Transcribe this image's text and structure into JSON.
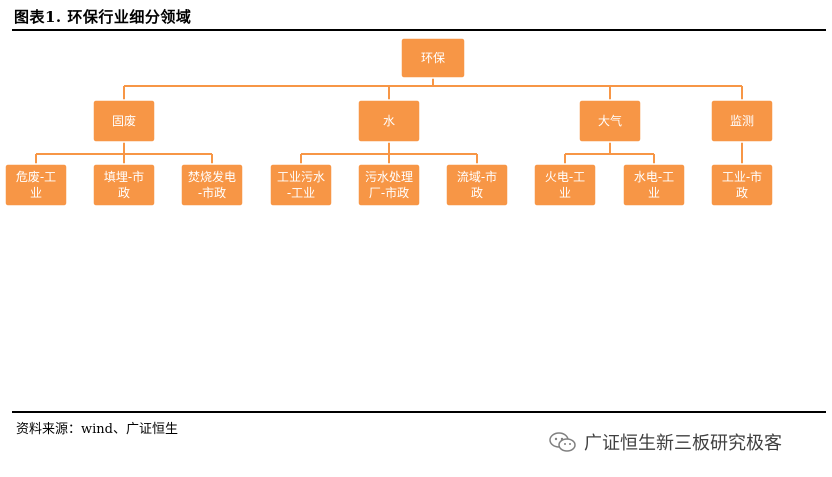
{
  "figure": {
    "title": "图表1. 环保行业细分领域",
    "source": "资料来源：wind、广证恒生",
    "watermark": "广证恒生新三板研究极客"
  },
  "colors": {
    "node_fill": "#F79646",
    "node_border": "#FFFFFF",
    "connector": "#F79646",
    "text": "#FFFFFF"
  },
  "tree": {
    "label": "环保",
    "children": [
      {
        "label": "固废",
        "children": [
          {
            "label": [
              "危废-工",
              "业"
            ]
          },
          {
            "label": [
              "填埋-市",
              "政"
            ]
          },
          {
            "label": [
              "焚烧发电",
              "-市政"
            ]
          }
        ]
      },
      {
        "label": "水",
        "children": [
          {
            "label": [
              "工业污水",
              "-工业"
            ]
          },
          {
            "label": [
              "污水处理",
              "厂-市政"
            ]
          },
          {
            "label": [
              "流域-市",
              "政"
            ]
          }
        ]
      },
      {
        "label": "大气",
        "children": [
          {
            "label": [
              "火电-工",
              "业"
            ]
          },
          {
            "label": [
              "水电-工",
              "业"
            ]
          }
        ]
      },
      {
        "label": "监测",
        "children": [
          {
            "label": [
              "工业-市",
              "政"
            ]
          }
        ]
      }
    ]
  }
}
